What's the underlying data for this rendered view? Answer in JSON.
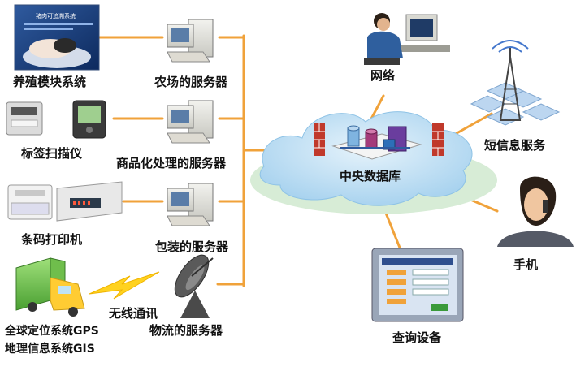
{
  "labels": {
    "breeding_system": "养殖模块系统",
    "farm_server": "农场的服务器",
    "label_scanner": "标签扫描仪",
    "commodity_server": "商品化处理的服务器",
    "barcode_printer": "条码打印机",
    "packaging_server": "包装的服务器",
    "wireless": "无线通讯",
    "logistics_server": "物流的服务器",
    "gps": "全球定位系统GPS",
    "gis": "地理信息系统GIS",
    "central_db": "中央数据库",
    "network": "网络",
    "sms": "短信息服务",
    "mobile": "手机",
    "query_device": "查询设备"
  },
  "screen_texts": {
    "breeding_screen_title": "猪肉可追溯系统"
  },
  "colors": {
    "connector": "#f0a23a",
    "cloud": "#bfe0f5",
    "cloud_base": "#d7ecd6",
    "wall": "#c0392b",
    "text": "#111111"
  }
}
